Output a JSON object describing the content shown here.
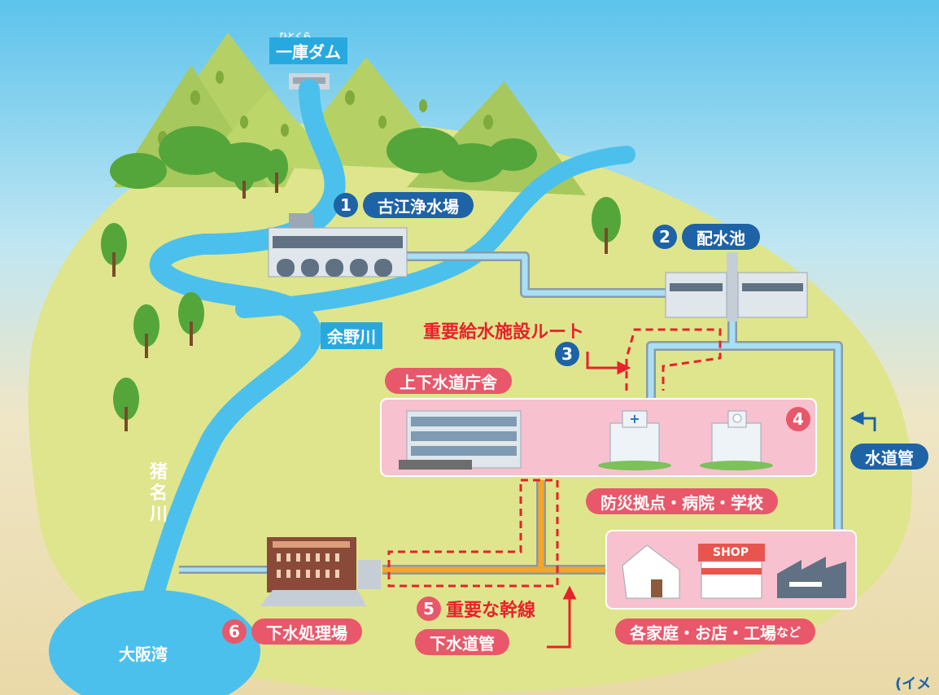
{
  "labels": {
    "dam_ruby": "ひとくら",
    "dam": "一庫ダム",
    "river_yono": "余野川",
    "river_ina": "猪名川",
    "bay": "大阪湾",
    "footnote": "(イメ"
  },
  "facilities": [
    {
      "num": "1",
      "name": "古江浄水場"
    },
    {
      "num": "2",
      "name": "配水池"
    },
    {
      "num": "3",
      "name": "重要給水施設ルート"
    },
    {
      "num": "4",
      "name": "防災拠点・病院・学校"
    },
    {
      "num": "5",
      "name": "重要な幹線"
    },
    {
      "num": "6",
      "name": "下水処理場"
    }
  ],
  "pills": {
    "office": "上下水道庁舎",
    "sewer_pipe": "下水道管",
    "water_pipe": "水道管",
    "homes_main": "各家庭・お店・工場",
    "homes_suffix": "など"
  },
  "shop_sign": "SHOP",
  "colors": {
    "sky_top": "#62c6ee",
    "ground": "#e6dda6",
    "field": "#dfe58c",
    "river": "#4cc0ec",
    "water_pipe": "#8fd3f2",
    "sewer_pipe": "#f5a623",
    "accent_blue": "#1d63a6",
    "accent_red": "#e8586a",
    "route_red": "#e6222b",
    "pink_panel": "#f7c1cf"
  }
}
